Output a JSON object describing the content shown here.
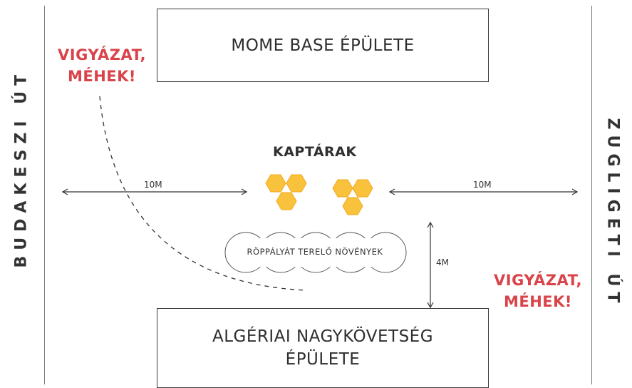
{
  "buildings": {
    "top": "MOME BASE ÉPÜLETE",
    "bottom_line1": "ALGÉRIAI NAGYKÖVETSÉG",
    "bottom_line2": "ÉPÜLETE"
  },
  "streets": {
    "left": "BUDAKESZI ÚT",
    "right": "ZUGLIGETI ÚT"
  },
  "warnings": {
    "line1": "VIGYÁZAT,",
    "line2": "MÉHEK!"
  },
  "hives": {
    "title": "KAPTÁRAK"
  },
  "plants": {
    "label": "RÖPPÁLYÁT TERELŐ NÖVÉNYEK"
  },
  "dimensions": {
    "left": "10M",
    "right": "10M",
    "vertical": "4M"
  },
  "colors": {
    "warning": "#d9434a",
    "hive_fill": "#f9c23c",
    "lines": "#3a3a3a"
  }
}
